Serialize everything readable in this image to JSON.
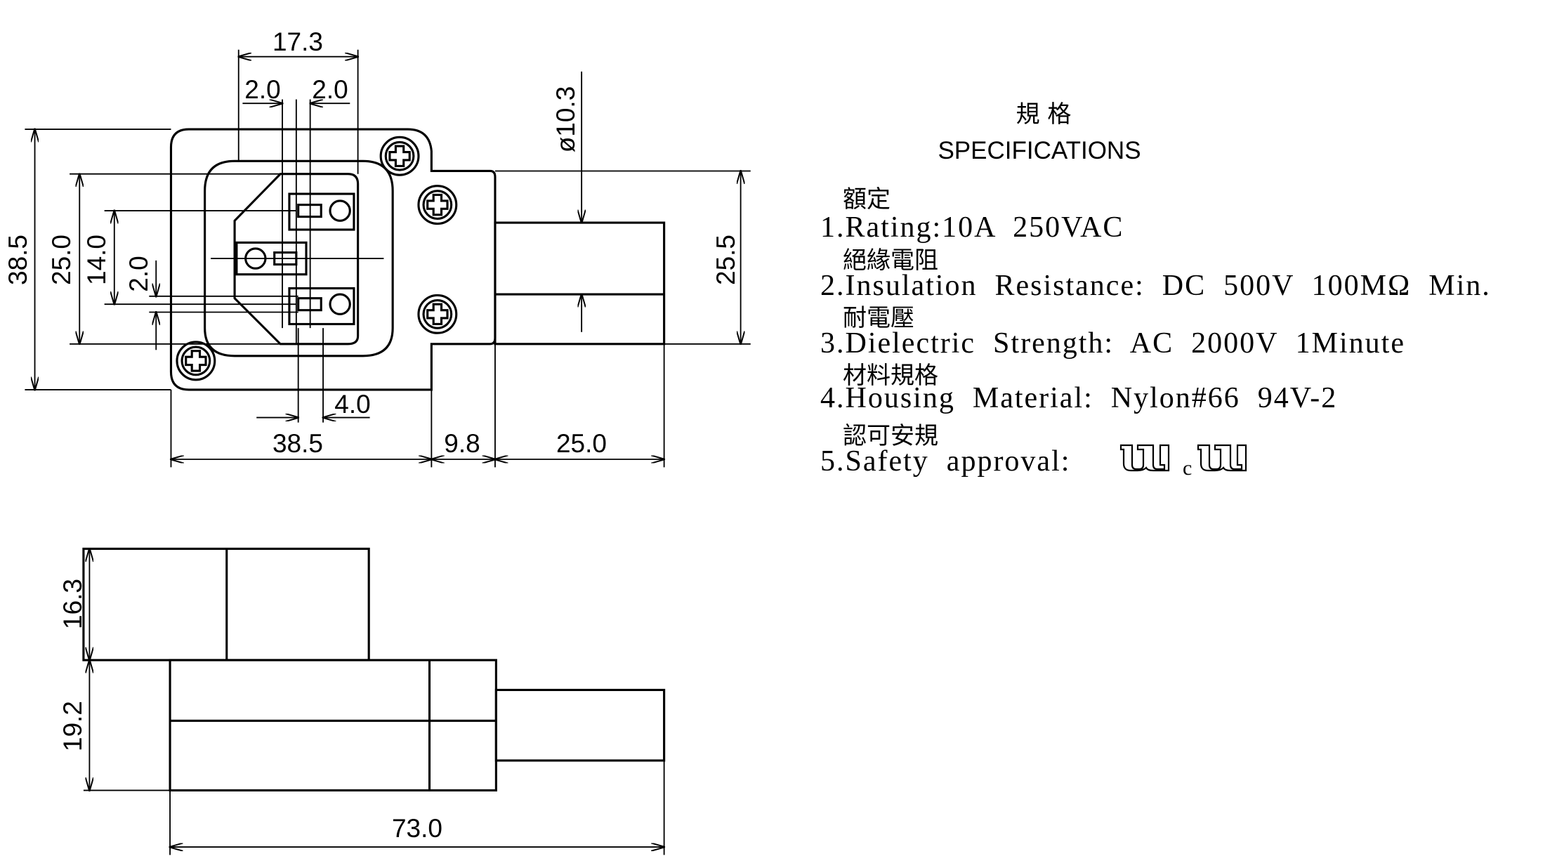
{
  "front_view": {
    "dimensions": [
      "17.3",
      "2.0",
      "2.0",
      "ø10.3",
      "38.5",
      "25.0",
      "14.0",
      "2.0",
      "25.5",
      "4.0",
      "38.5",
      "9.8",
      "25.0"
    ]
  },
  "side_view": {
    "dimensions": [
      "16.3",
      "19.2",
      "73.0"
    ]
  },
  "specifications": {
    "title_cjk": "規 格",
    "title": "SPECIFICATIONS",
    "items": [
      {
        "cjk": "額定",
        "text": "1.Rating:10A  250VAC"
      },
      {
        "cjk": "絕緣電阻",
        "text": "2.Insulation  Resistance:  DC  500V  100MΩ  Min."
      },
      {
        "cjk": "耐電壓",
        "text": "3.Dielectric  Strength:  AC  2000V  1Minute"
      },
      {
        "cjk": "材料規格",
        "text": "4.Housing  Material:  Nylon#66  94V-2"
      },
      {
        "cjk": "認可安規",
        "text": "5.Safety  approval:"
      }
    ],
    "marks": {
      "ul_mark": "ul-recognized-mark-icon",
      "cul_prefix": "c"
    }
  }
}
